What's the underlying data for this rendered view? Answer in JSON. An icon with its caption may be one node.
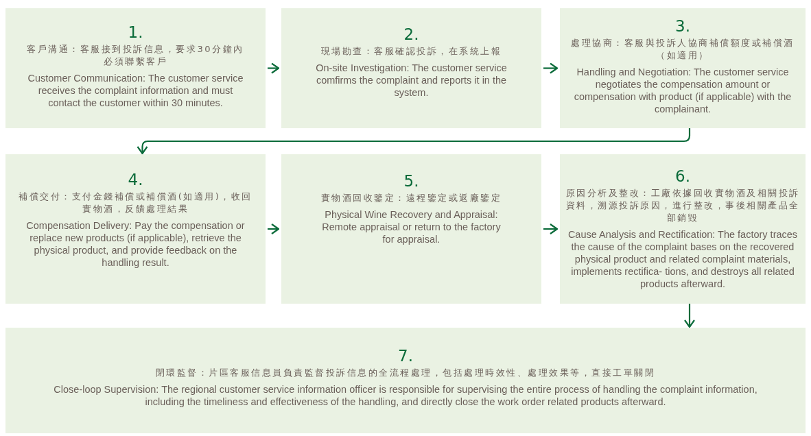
{
  "diagram": {
    "nodes": [
      {
        "text": [
          "1.",
          "客戶溝通：客服接到投訴信息，要求30分鐘內必須聯繫客戶",
          "Customer Communication: The customer service receives the complaint information and must contact the customer within 30 minutes."
        ]
      },
      {
        "text": [
          "2.",
          "現場勘查：客服確認投訴，在系統上報",
          "On-site Investigation: The customer service comfirms the complaint and reports it in the system."
        ]
      },
      {
        "text": [
          "3.",
          "處理協商：客服與投訴人協商補償額度或補償酒（如適用）",
          "Handling and Negotiation: The customer service negotiates the compensation amount or compensation with product (if applicable) with the complainant."
        ]
      },
      {
        "text": [
          "4.",
          "補償交付：支付金錢補償或補償酒(如適用)，收回實物酒，反饋處理結果",
          "Compensation Delivery: Pay the compensation or replace new products (if applicable), retrieve the physical product, and provide feedback on the handling result."
        ]
      },
      {
        "text": [
          "5.",
          "實物酒回收鑒定：遠程鑒定或返廠鑒定",
          "Physical Wine Recovery and Appraisal: Remote appraisal or return to the factory for appraisal."
        ]
      },
      {
        "text": [
          "6.",
          "原因分析及整改：工廠依據回收實物酒及相關投訴資料，溯源投訴原因，進行整改，事後相關產品全部銷毀",
          "Cause Analysis and Rectification: The factory traces the cause of the complaint bases on the recovered physical product and related complaint materials, implements rectifica- tions, and destroys all related products afterward."
        ]
      },
      {
        "text": [
          "7.",
          "閉環監督：片區客服信息員負責監督投訴信息的全流程處理，包括處理時效性、處理效果等，直接工單關閉",
          "Close-loop Supervision: The regional customer service information officer is responsible for supervising the entire process of handling the complaint information, including the timeliness and effectiveness of the handling, and directly close the work order related products afterward."
        ]
      }
    ],
    "edges": [
      {
        "from": 0,
        "to": 1,
        "arrow": "to"
      },
      {
        "from": 1,
        "to": 2,
        "arrow": "to"
      },
      {
        "from": 2,
        "to": 3,
        "arrow": "to"
      },
      {
        "from": 3,
        "to": 4,
        "arrow": "to"
      },
      {
        "from": 4,
        "to": 5,
        "arrow": "to"
      },
      {
        "from": 5,
        "to": 6,
        "arrow": "to"
      }
    ]
  }
}
